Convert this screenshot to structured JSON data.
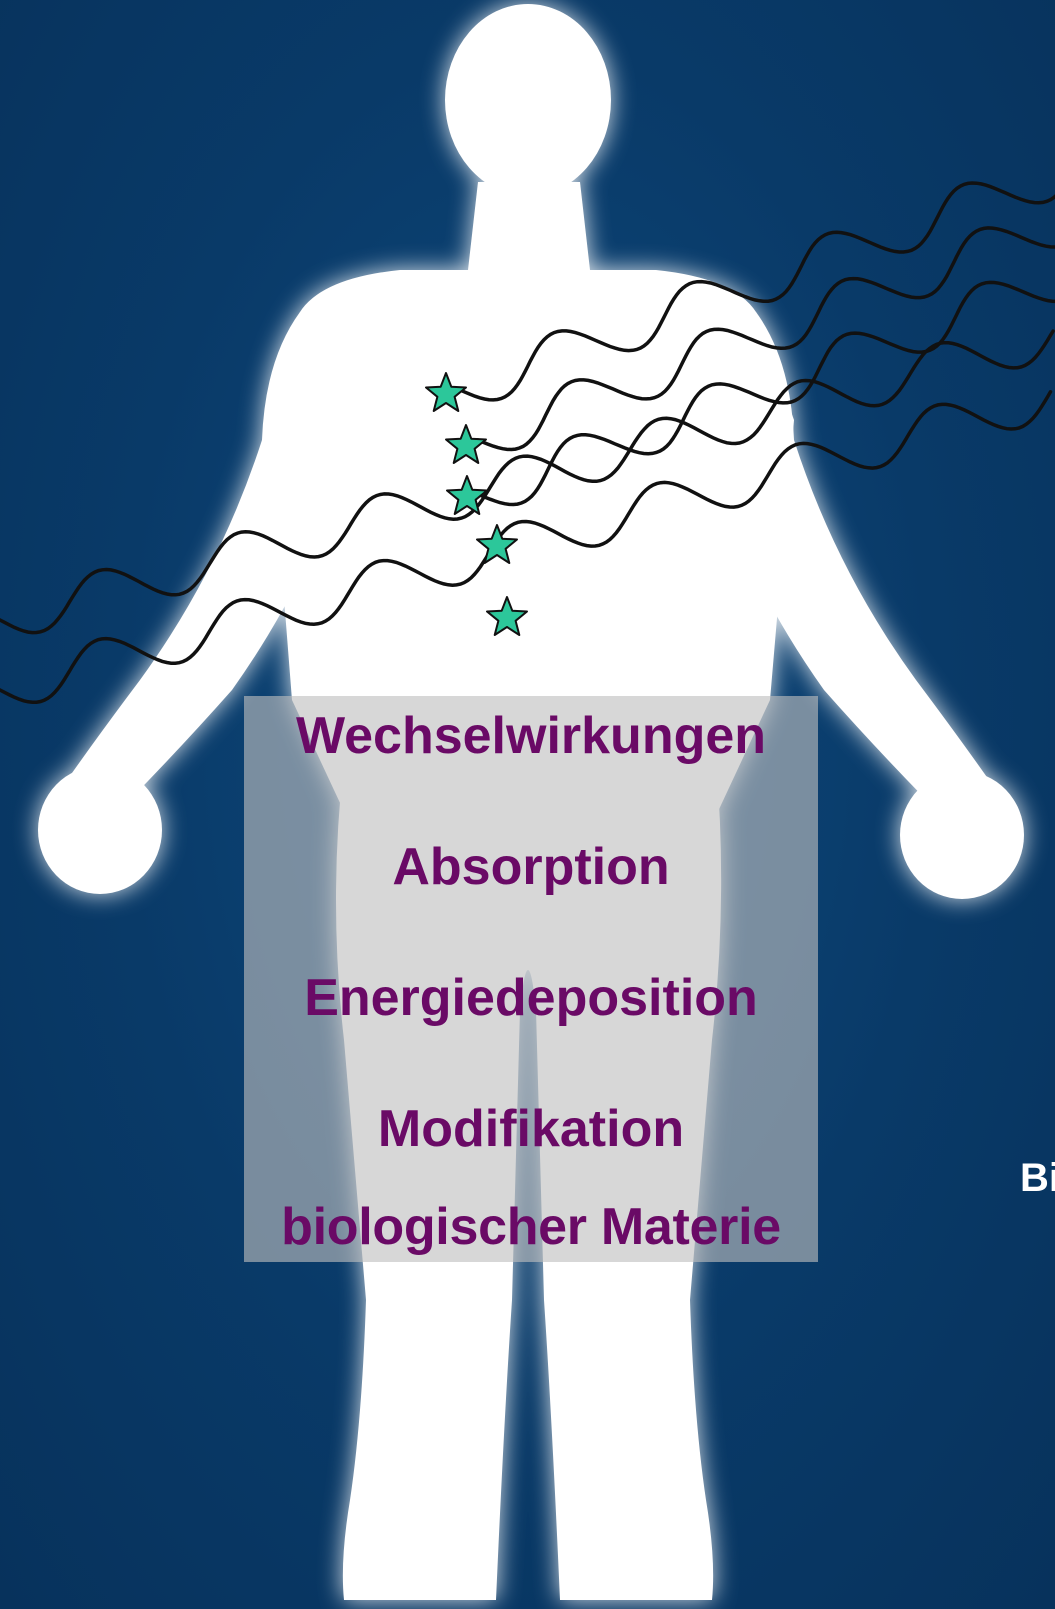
{
  "colors": {
    "background": "#093a68",
    "body": "#ffffff",
    "text": "#6a0a66",
    "star": "#2cc79a",
    "wave": "#111111"
  },
  "icons": [
    "human-silhouette",
    "radiation-wave",
    "interaction-star"
  ],
  "labels": {
    "l1": "Wechselwirkungen",
    "l2": "Absorption",
    "l3": "Energiedeposition",
    "l4": "Modifikation",
    "l5": "biologischer Materie"
  },
  "side_text": "Bi"
}
